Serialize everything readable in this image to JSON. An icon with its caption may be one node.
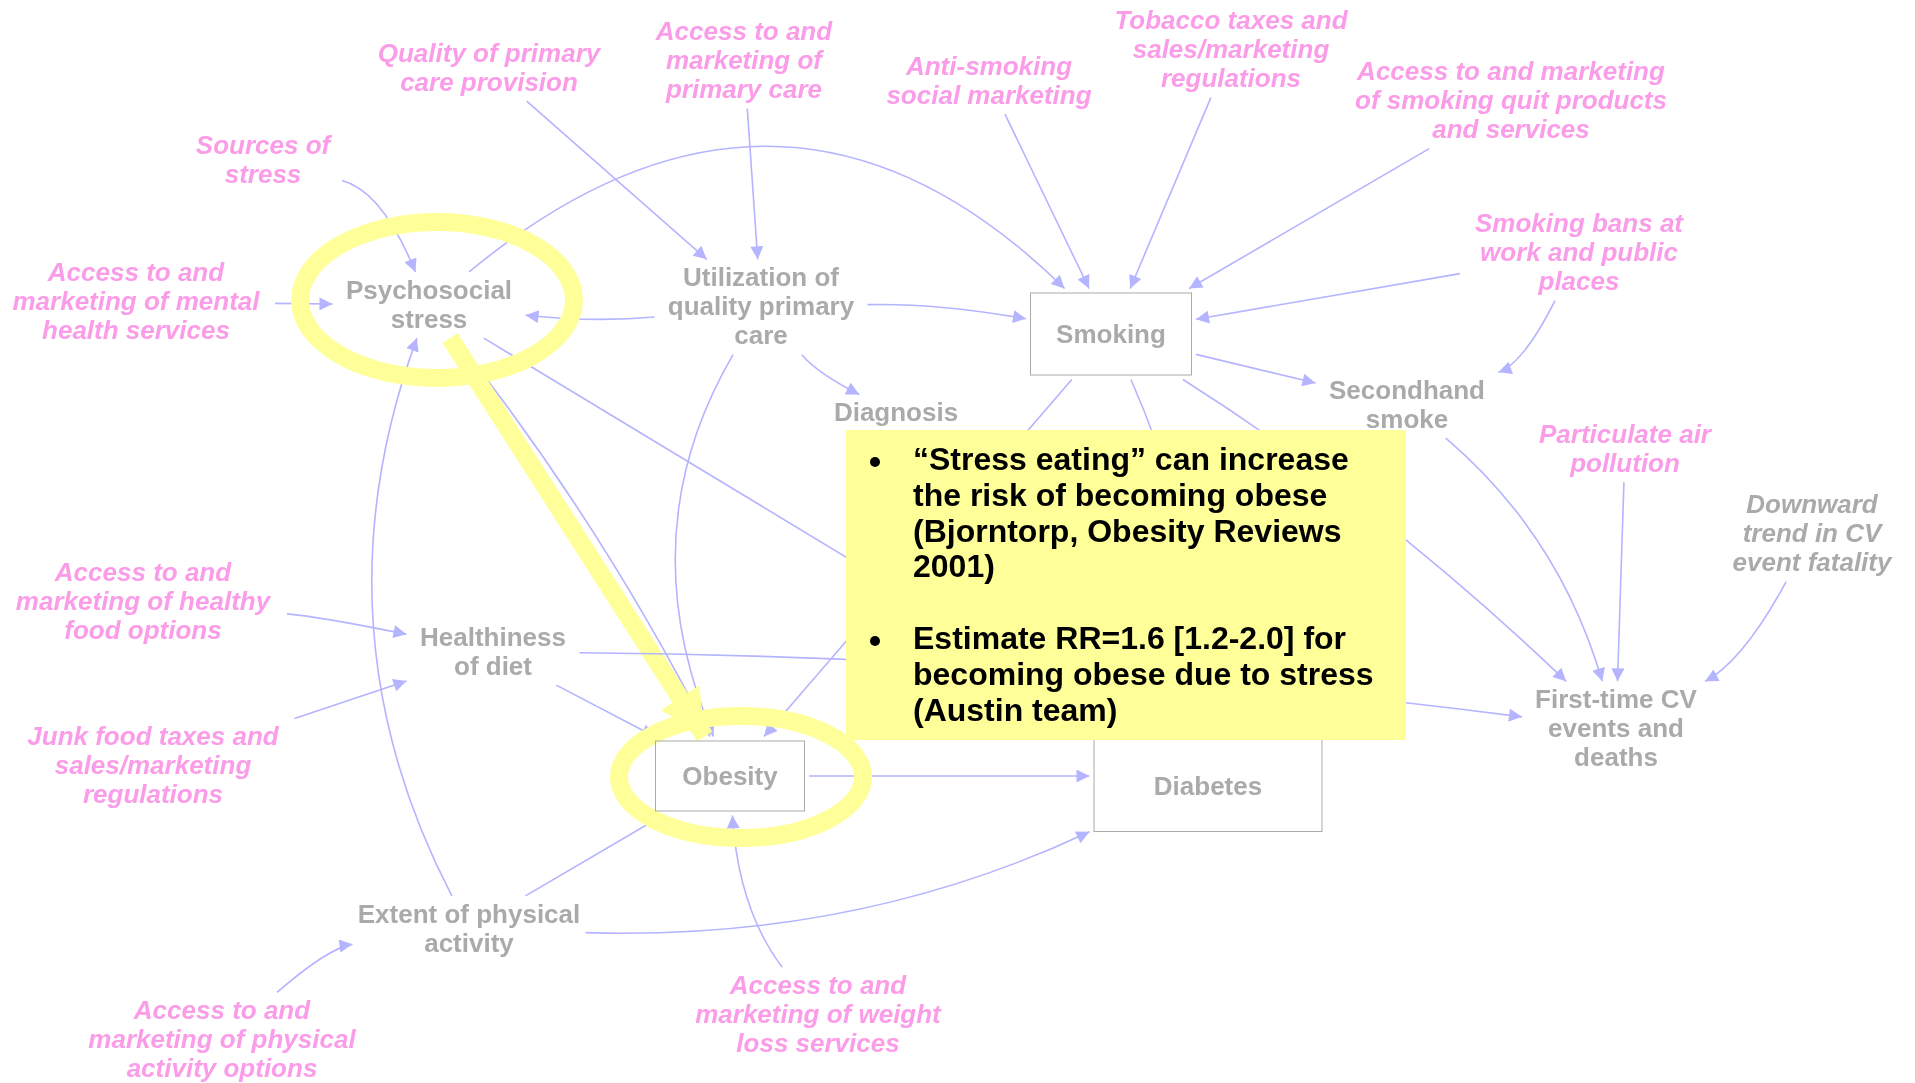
{
  "diagram": {
    "nodes": [
      {
        "text": [
          "Quality of primary care provision"
        ]
      },
      {
        "text": [
          "Access to and marketing of primary care"
        ]
      },
      {
        "text": [
          "Anti-smoking social marketing"
        ]
      },
      {
        "text": [
          "Tobacco taxes and sales/marketing regulations"
        ]
      },
      {
        "text": [
          "Access to and marketing of smoking quit products and services"
        ]
      },
      {
        "text": [
          "Sources of stress"
        ]
      },
      {
        "text": [
          "Access to and marketing of mental health services"
        ]
      },
      {
        "text": [
          "Psychosocial stress"
        ]
      },
      {
        "text": [
          "Utilization of quality primary care"
        ]
      },
      {
        "text": [
          "Smoking"
        ]
      },
      {
        "text": [
          "Smoking bans at work and public places"
        ]
      },
      {
        "text": [
          "Diagnosis"
        ]
      },
      {
        "text": [
          "Secondhand smoke"
        ]
      },
      {
        "text": [
          "Particulate air pollution"
        ]
      },
      {
        "text": [
          "Downward trend in CV event fatality"
        ]
      },
      {
        "text": [
          "Access to and marketing of healthy food options"
        ]
      },
      {
        "text": [
          "Healthiness of diet"
        ]
      },
      {
        "text": [
          "Junk food taxes and sales/marketing regulations"
        ]
      },
      {
        "text": [
          "Obesity"
        ]
      },
      {
        "text": [
          "Diabetes"
        ]
      },
      {
        "text": [
          "First-time CV events and deaths"
        ]
      },
      {
        "text": [
          "Extent of physical activity"
        ]
      },
      {
        "text": [
          "Access to and marketing of physical activity options"
        ]
      },
      {
        "text": [
          "Access to and marketing of weight loss services"
        ]
      }
    ],
    "labels": [
      "“Stress eating” can increase the risk of becoming obese (Bjorntorp, Obesity Reviews 2001)",
      "Estimate RR=1.6 [1.2-2.0] for becoming obese due to stress (Austin team)"
    ],
    "edges": [
      {
        "from": 0,
        "to": 8,
        "arrow": "to"
      },
      {
        "from": 1,
        "to": 8,
        "arrow": "to"
      },
      {
        "from": 2,
        "to": 9,
        "arrow": "to"
      },
      {
        "from": 3,
        "to": 9,
        "arrow": "to"
      },
      {
        "from": 4,
        "to": 9,
        "arrow": "to"
      },
      {
        "from": 10,
        "to": 9,
        "arrow": "to"
      },
      {
        "from": 10,
        "to": 12,
        "arrow": "to"
      },
      {
        "from": 5,
        "to": 7,
        "arrow": "to"
      },
      {
        "from": 6,
        "to": 7,
        "arrow": "to"
      },
      {
        "from": 8,
        "to": 7,
        "arrow": "to"
      },
      {
        "from": 7,
        "to": 9,
        "arrow": "to"
      },
      {
        "from": 8,
        "to": 9,
        "arrow": "to"
      },
      {
        "from": 8,
        "to": 11,
        "arrow": "to"
      },
      {
        "from": 9,
        "to": 12,
        "arrow": "to"
      },
      {
        "from": 9,
        "to": 20,
        "arrow": "to"
      },
      {
        "from": 9,
        "to": 18,
        "arrow": "to"
      },
      {
        "from": 9,
        "to": 19,
        "arrow": "to"
      },
      {
        "from": 12,
        "to": 20,
        "arrow": "to"
      },
      {
        "from": 13,
        "to": 20,
        "arrow": "to"
      },
      {
        "from": 14,
        "to": 20,
        "arrow": "to"
      },
      {
        "from": 8,
        "to": 18,
        "arrow": "to"
      },
      {
        "from": 7,
        "to": 18,
        "arrow": "to"
      },
      {
        "from": 7,
        "to": 18,
        "arrow": "to",
        "style": "thick",
        "color": "#ffff99"
      },
      {
        "from": 7,
        "to": 19,
        "arrow": "to"
      },
      {
        "from": 16,
        "to": 20,
        "arrow": "to"
      },
      {
        "from": 18,
        "to": 19,
        "arrow": "to"
      },
      {
        "from": 16,
        "to": 18,
        "arrow": "to"
      },
      {
        "from": 21,
        "to": 18,
        "arrow": "to"
      },
      {
        "from": 21,
        "to": 7,
        "arrow": "to"
      },
      {
        "from": 21,
        "to": 19,
        "arrow": "to"
      },
      {
        "from": 15,
        "to": 16,
        "arrow": "to"
      },
      {
        "from": 17,
        "to": 16,
        "arrow": "to"
      },
      {
        "from": 22,
        "to": 21,
        "arrow": "to"
      },
      {
        "from": 23,
        "to": 18,
        "arrow": "to"
      }
    ]
  }
}
